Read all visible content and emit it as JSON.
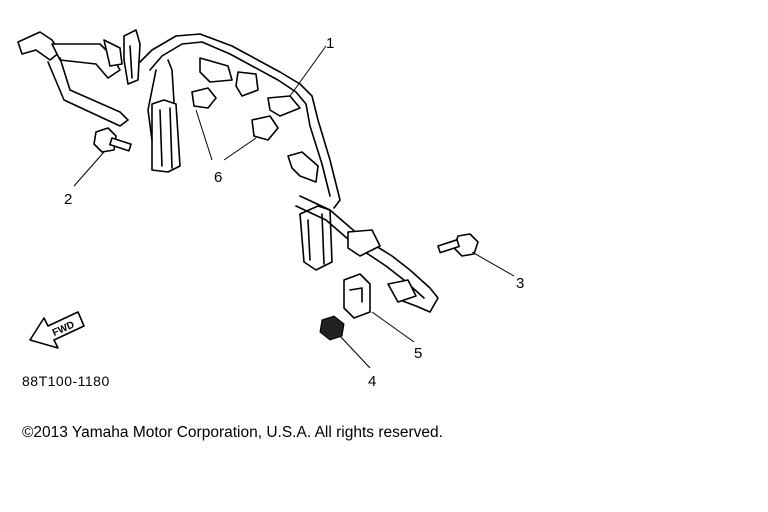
{
  "callouts": {
    "c1": "1",
    "c2": "2",
    "c3": "3",
    "c4": "4",
    "c5": "5",
    "c6": "6"
  },
  "diagram_code": "88T100-1180",
  "fwd_label": "FWD",
  "copyright": "©2013 Yamaha Motor Corporation, U.S.A. All rights reserved."
}
